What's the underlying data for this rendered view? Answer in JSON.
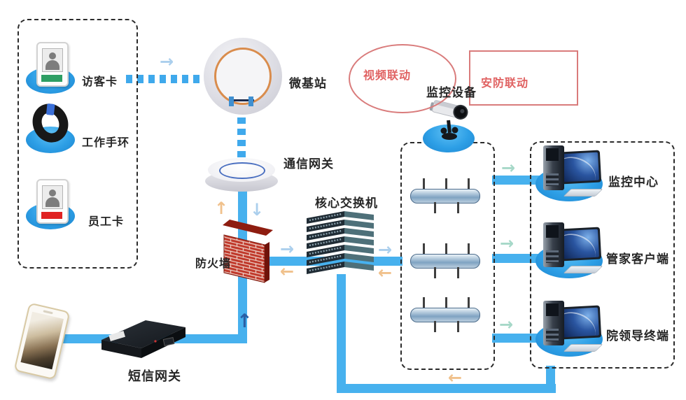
{
  "labels": {
    "visitor_card": "访客卡",
    "wristband": "工作手环",
    "employee_card": "员工卡",
    "base_station": "微基站",
    "comm_gateway": "通信网关",
    "camera": "监控设备",
    "video_linkage": "视频联动",
    "security_linkage": "安防联动",
    "core_switch": "核心交换机",
    "firewall": "防火墙",
    "sms_gateway": "短信网关",
    "monitor_center": "监控中心",
    "butler_client": "管家客户端",
    "leader_terminal": "院领导终端"
  },
  "glyphs": {
    "arrow_right": "→",
    "arrow_left": "←",
    "arrow_up": "↑",
    "arrow_down": "↓"
  },
  "colors": {
    "link_blue": "#47b1ee",
    "pedestal_blue": "#2d9fe6",
    "annotation_red": "#d97b7b",
    "annotation_text_red": "#e06262",
    "arrow_light_blue": "#abcfed",
    "arrow_orange": "#f0c18c",
    "arrow_teal": "#a6d8c8",
    "arrow_navy": "#2a5fa5",
    "firewall_brick": "#c0392b",
    "base_station_ring": "#d98c4c",
    "visitor_stripe_green": "#2e9e63",
    "employee_stripe_red": "#e02222"
  },
  "icons": {
    "visitor_card": "id-card-icon",
    "wristband": "wristband-icon",
    "employee_card": "id-card-icon",
    "base_station": "base-station-icon",
    "comm_gateway": "gateway-disc-icon",
    "camera": "cctv-camera-icon",
    "core_switch": "switch-stack-icon",
    "firewall": "brick-wall-icon",
    "sms_gateway": "server-box-icon",
    "phone": "smartphone-icon",
    "bus_segment": "cylinder-bus-icon",
    "clients": "desktop-computer-icon"
  }
}
